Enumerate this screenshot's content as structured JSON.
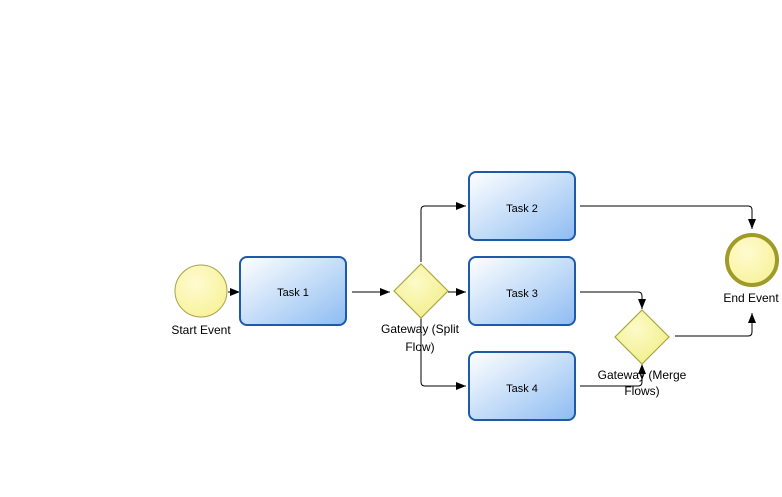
{
  "diagram": {
    "type": "bpmn-process",
    "colors": {
      "task_fill_top": "#ffffff",
      "task_fill_bottom": "#8dbcf2",
      "task_stroke": "#1e5aa8",
      "event_fill": "#f8f29a",
      "event_stroke": "#a8a24a",
      "end_event_stroke": "#a09a28",
      "gateway_fill": "#f1ee8a",
      "gateway_stroke": "#aaa640",
      "connector": "#000000"
    },
    "nodes": {
      "start_event": {
        "kind": "start-event",
        "label": "Start Event"
      },
      "task1": {
        "kind": "task",
        "label": "Task 1"
      },
      "split_gateway": {
        "kind": "gateway",
        "label_line1": "Gateway (Split",
        "label_line2": "Flow)"
      },
      "task2": {
        "kind": "task",
        "label": "Task 2"
      },
      "task3": {
        "kind": "task",
        "label": "Task 3"
      },
      "task4": {
        "kind": "task",
        "label": "Task 4"
      },
      "merge_gateway": {
        "kind": "gateway",
        "label_line1": "Gateway (Merge",
        "label_line2": "Flows)"
      },
      "end_event": {
        "kind": "end-event",
        "label": "End Event"
      }
    },
    "flows": [
      {
        "from": "start_event",
        "to": "task1"
      },
      {
        "from": "task1",
        "to": "split_gateway"
      },
      {
        "from": "split_gateway",
        "to": "task2"
      },
      {
        "from": "split_gateway",
        "to": "task3"
      },
      {
        "from": "split_gateway",
        "to": "task4"
      },
      {
        "from": "task2",
        "to": "end_event"
      },
      {
        "from": "task3",
        "to": "merge_gateway"
      },
      {
        "from": "task4",
        "to": "merge_gateway"
      },
      {
        "from": "merge_gateway",
        "to": "end_event"
      }
    ]
  }
}
